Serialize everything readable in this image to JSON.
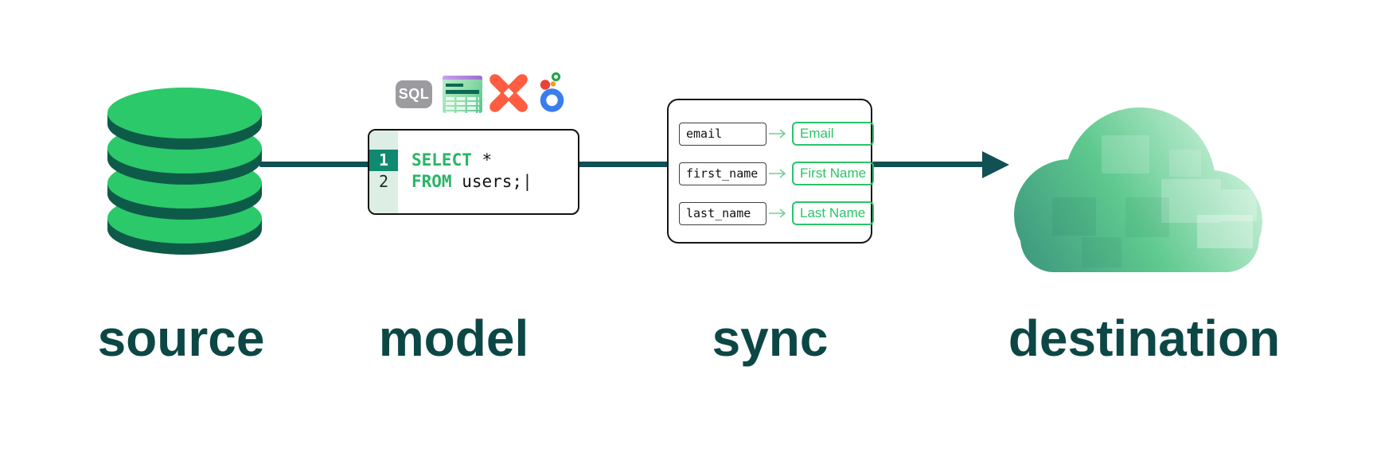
{
  "pipeline": {
    "stages": [
      {
        "label": "source"
      },
      {
        "label": "model"
      },
      {
        "label": "sync"
      },
      {
        "label": "destination"
      }
    ]
  },
  "model": {
    "sql_badge": "SQL",
    "icon_names": [
      "sql-badge",
      "spreadsheet-icon",
      "dbt-icon",
      "looker-icon"
    ],
    "code": {
      "lines": [
        {
          "number": "1",
          "keyword": "SELECT",
          "rest": " *"
        },
        {
          "number": "2",
          "keyword": "FROM",
          "rest": " users;"
        }
      ],
      "cursor": "|"
    }
  },
  "sync": {
    "mappings": [
      {
        "source_field": "email",
        "destination_field": "Email"
      },
      {
        "source_field": "first_name",
        "destination_field": "First Name"
      },
      {
        "source_field": "last_name",
        "destination_field": "Last Name"
      }
    ]
  },
  "colors": {
    "db_green": "#2bc96a",
    "db_side": "#0e5a49",
    "line_teal": "#115053",
    "label_teal": "#0c4745",
    "keyword_green": "#29b566",
    "gutter_active": "#0f8a6e",
    "gutter_bg": "#ddeee4",
    "mapping_green": "#2ac468",
    "mapping_arrow": "#70cf9a",
    "sql_badge_bg": "#9b9ba0",
    "dbt_orange": "#ff5c41",
    "looker_blue": "#3a7ded",
    "looker_red": "#e8433a",
    "looker_green": "#27a44e",
    "looker_yellow": "#f29c1f",
    "cloud_dark": "#38917c",
    "cloud_mid": "#5ec98e",
    "cloud_light": "#e9fcef"
  }
}
